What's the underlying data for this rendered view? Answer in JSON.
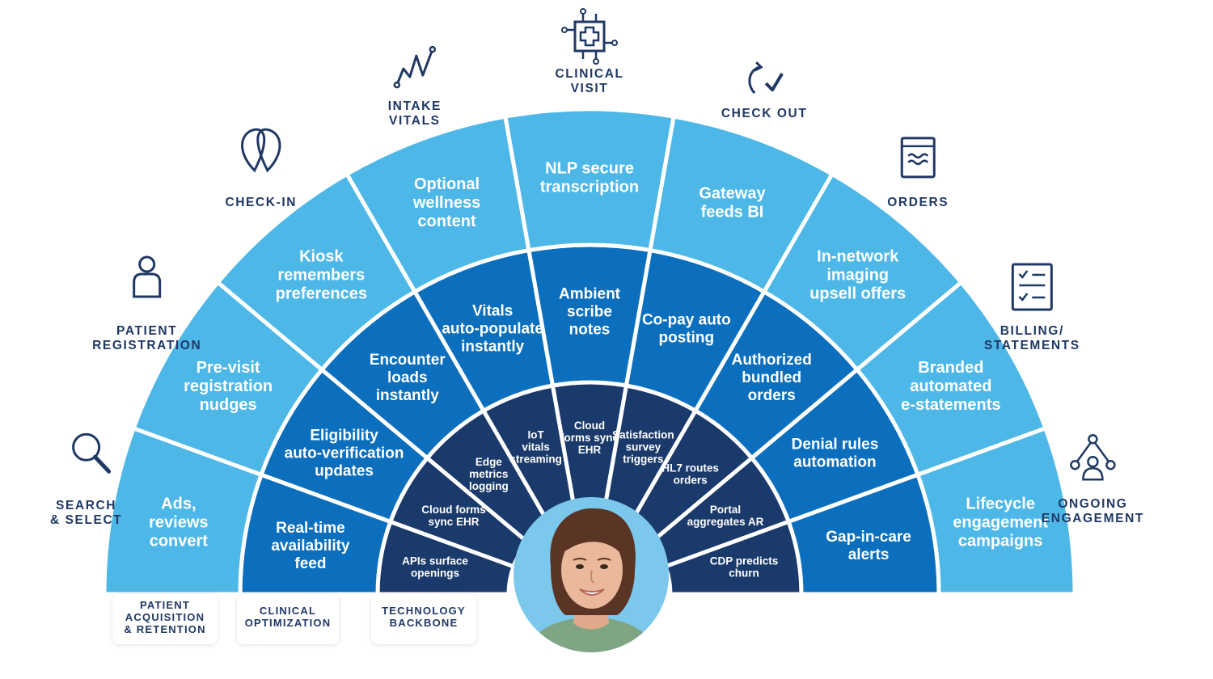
{
  "stages": [
    {
      "label": "SEARCH\n& SELECT",
      "icon": "magnifier-icon"
    },
    {
      "label": "PATIENT\nREGISTRATION",
      "icon": "person-icon"
    },
    {
      "label": "CHECK-IN",
      "icon": "location-pin-icon"
    },
    {
      "label": "INTAKE\nVITALS",
      "icon": "vitals-line-icon"
    },
    {
      "label": "CLINICAL\nVISIT",
      "icon": "medical-chip-icon"
    },
    {
      "label": "CHECK OUT",
      "icon": "refresh-check-icon"
    },
    {
      "label": "ORDERS",
      "icon": "order-box-icon"
    },
    {
      "label": "BILLING/\nSTATEMENTS",
      "icon": "checklist-icon"
    },
    {
      "label": "ONGOING\nENGAGEMENT",
      "icon": "network-people-icon"
    }
  ],
  "rings": {
    "outer": {
      "name": "PATIENT\nACQUISITION\n& RETENTION",
      "color": "#4db8e8",
      "segments": [
        "Ads,\nreviews\nconvert",
        "Pre-visit\nregistration\nnudges",
        "Kiosk\nremembers\npreferences",
        "Optional\nwellness\ncontent",
        "NLP secure\ntranscription",
        "Gateway\nfeeds BI",
        "In-network\nimaging\nupsell offers",
        "Branded\nautomated\ne-statements",
        "Lifecycle\nengagement\ncampaigns"
      ]
    },
    "middle": {
      "name": "CLINICAL\nOPTIMIZATION",
      "color": "#0b6fbd",
      "segments": [
        "Real-time\navailability\nfeed",
        "Eligibility\nauto-verification\nupdates",
        "Encounter\nloads\ninstantly",
        "Vitals\nauto-populate\ninstantly",
        "Ambient\nscribe\nnotes",
        "Co-pay auto\nposting",
        "Authorized\nbundled\norders",
        "Denial rules\nautomation",
        "Gap-in-care\nalerts"
      ]
    },
    "inner": {
      "name": "TECHNOLOGY\nBACKBONE",
      "color": "#1a3a6b",
      "segments": [
        "APIs surface\nopenings",
        "Cloud forms\nsync EHR",
        "Edge\nmetrics\nlogging",
        "IoT\nvitals\nstreaming",
        "Cloud\nforms sync\nEHR",
        "Satisfaction\nsurvey\ntriggers",
        "HL7 routes\norders",
        "Portal\naggregates AR",
        "CDP predicts\nchurn"
      ]
    }
  },
  "colors": {
    "label_text": "#1f3864",
    "icon_stroke": "#1f3864",
    "divider": "#ffffff",
    "avatar_bg": "#7cc8ec"
  }
}
